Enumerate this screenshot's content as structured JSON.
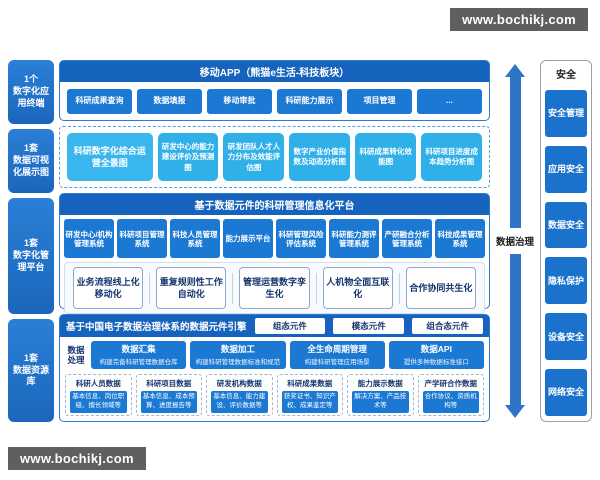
{
  "palette": {
    "header_blue": "#1663bd",
    "button_blue": "#1b79d4",
    "cyan": "#2fb0e8",
    "rail_blue": "#1e6fc4",
    "navy_text": "#17366e",
    "watermark_gray": "#5d5f61"
  },
  "watermarks": {
    "top": "www.bochikj.com",
    "bottom": "www.bochikj.com"
  },
  "left_rail": {
    "items": [
      "1个\n数字化应\n用终端",
      "1套\n数据可视\n化展示图",
      "1套\n数字化管\n理平台",
      "1套\n数据资源\n库"
    ]
  },
  "app_section": {
    "title": "移动APP（熊猫e生活-科技板块）",
    "buttons": [
      "科研成果查询",
      "数据填报",
      "移动审批",
      "科研能力展示",
      "项目管理",
      "..."
    ]
  },
  "viz_section": {
    "items": [
      "科研数字化综合运营全景图",
      "研发中心的能力建设评价及预测图",
      "研发团队人才人力分布及效能评估图",
      "数字产业价值指数及动态分析图",
      "科研成果转化效能图",
      "科研项目进度成本趋势分析图"
    ]
  },
  "platform_section": {
    "title": "基于数据元件的科研管理信息化平台",
    "systems": [
      "研发中心/机构管理系统",
      "科研项目管理系统",
      "科技人员管理系统",
      "能力展示平台",
      "科研管理风险评估系统",
      "科研能力测评管理系统",
      "产研融合分析管理系统",
      "科技成果管理系统"
    ],
    "capabilities": [
      "业务流程线上化移动化",
      "重复规则性工作自动化",
      "管理运营数字孪生化",
      "人机物全面互联化",
      "合作协同共生化"
    ]
  },
  "data_section": {
    "title": "基于中国电子数据治理体系的数据元件引擎",
    "tags": [
      "组态元件",
      "模态元件",
      "组合态元件"
    ],
    "process_label": "数据处理",
    "processes": [
      {
        "title": "数据汇集",
        "desc": "构建完备科研管理数据仓库"
      },
      {
        "title": "数据加工",
        "desc": "构建科研管理数据标准和规范"
      },
      {
        "title": "全生命周期管理",
        "desc": "构建科研管理应用场景"
      },
      {
        "title": "数据API",
        "desc": "提供多种数据标准接口"
      }
    ],
    "datasets": [
      {
        "title": "科研人员数据",
        "desc": "基本信息、岗位职级、擅长领域等"
      },
      {
        "title": "科研项目数据",
        "desc": "基本信息、成本预算、进度报告等"
      },
      {
        "title": "研发机构数据",
        "desc": "基本信息、能力建设、评价数据等"
      },
      {
        "title": "科研成果数据",
        "desc": "获奖证书、知识产权、成果鉴定等"
      },
      {
        "title": "能力展示数据",
        "desc": "解决方案、产品技术等"
      },
      {
        "title": "产学研合作数据",
        "desc": "合作协议、资质机构等"
      }
    ]
  },
  "governance": {
    "label": "数据治理"
  },
  "security": {
    "title": "安全",
    "items": [
      "安全管理",
      "应用安全",
      "数据安全",
      "隐私保护",
      "设备安全",
      "网络安全"
    ]
  }
}
